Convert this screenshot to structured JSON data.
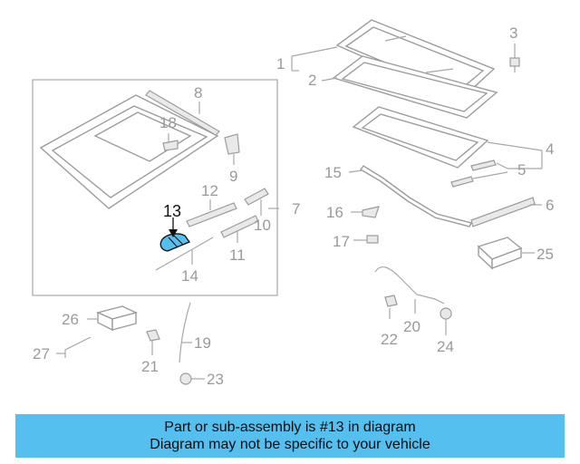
{
  "diagram": {
    "callouts": {
      "c1": "1",
      "c2": "2",
      "c3": "3",
      "c4": "4",
      "c5": "5",
      "c6": "6",
      "c7": "7",
      "c8": "8",
      "c9": "9",
      "c10": "10",
      "c11": "11",
      "c12": "12",
      "c13": "13",
      "c14": "14",
      "c15": "15",
      "c16": "16",
      "c17": "17",
      "c18": "18",
      "c19": "19",
      "c20": "20",
      "c21": "21",
      "c22": "22",
      "c23": "23",
      "c24": "24",
      "c25": "25",
      "c26": "26",
      "c27": "27"
    },
    "highlighted_part": "13",
    "highlight_color": "#55bff0"
  },
  "banner": {
    "line1": "Part or sub-assembly is #13 in diagram",
    "line2": "Diagram may not be specific to your vehicle",
    "background": "#55bff0"
  }
}
